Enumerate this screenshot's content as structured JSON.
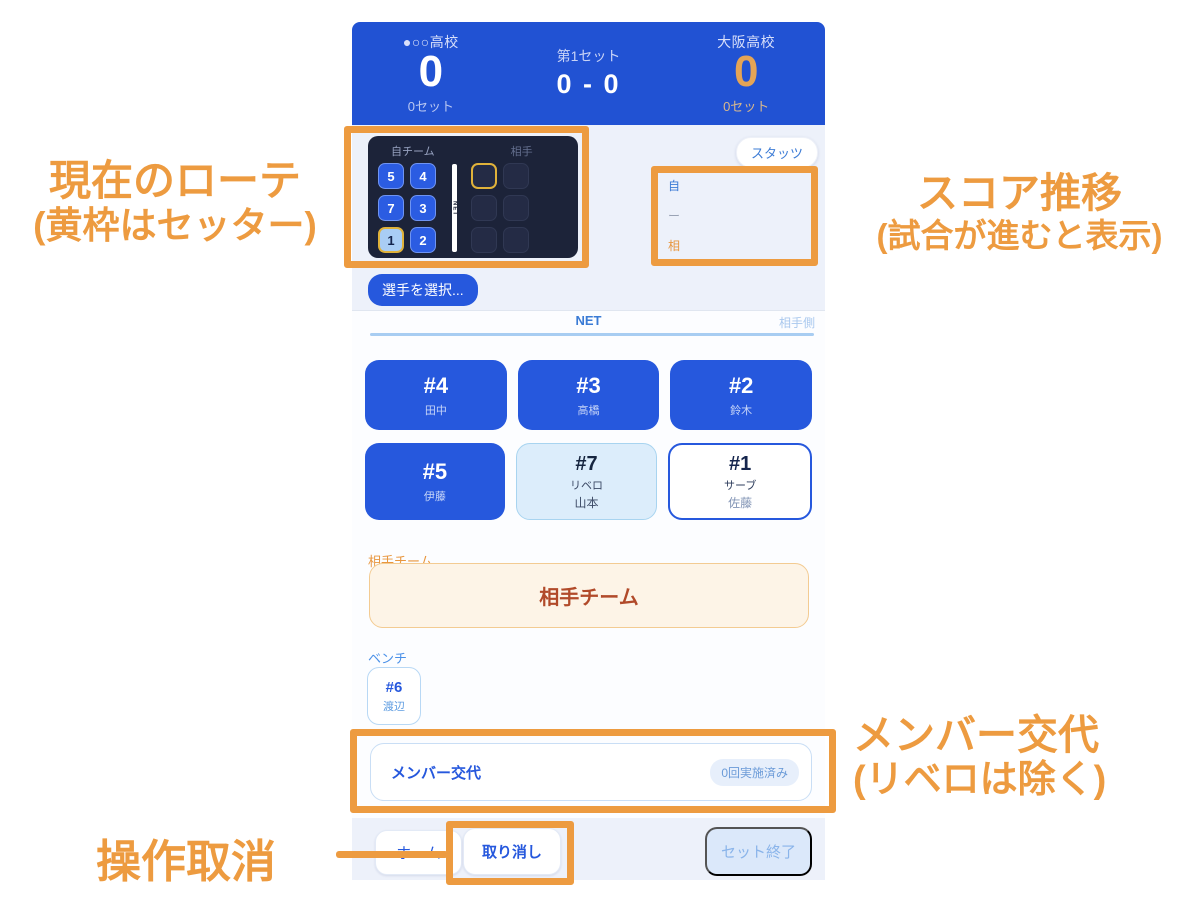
{
  "scoreboard": {
    "home": {
      "name": "●○○高校",
      "score": "0",
      "sets": "0セット"
    },
    "set_label": "第1セット",
    "set_score": "0 - 0",
    "away": {
      "name": "大阪高校",
      "score": "0",
      "sets": "0セット"
    }
  },
  "rotation": {
    "own_label": "自チーム",
    "opponent_label": "相手",
    "net_label": "NET",
    "own_cells": [
      "5",
      "4",
      "7",
      "3",
      "1",
      "2"
    ],
    "setter_number": "1"
  },
  "stats": {
    "button_label": "スタッツ",
    "rows": {
      "own": "自",
      "dash": "ー",
      "opponent": "相"
    }
  },
  "court": {
    "select_player_label": "選手を選択...",
    "net_label": "NET",
    "opponent_side_label": "相手側",
    "players_front": [
      {
        "number": "#4",
        "name": "田中"
      },
      {
        "number": "#3",
        "name": "高橋"
      },
      {
        "number": "#2",
        "name": "鈴木"
      }
    ],
    "players_back": [
      {
        "number": "#5",
        "name": "伊藤"
      },
      {
        "number": "#7",
        "role": "リベロ",
        "name": "山本"
      },
      {
        "number": "#1",
        "role": "サーブ",
        "name": "佐藤"
      }
    ]
  },
  "opponent": {
    "label": "相手チーム",
    "button_label": "相手チーム"
  },
  "bench": {
    "label": "ベンチ",
    "player": {
      "number": "#6",
      "name": "渡辺"
    }
  },
  "substitution": {
    "label": "メンバー交代",
    "count_badge": "0回実施済み"
  },
  "footer": {
    "home": "ホーム",
    "undo": "取り消し",
    "end_set": "セット終了"
  },
  "annotations": {
    "accent_color": "#ED9B40",
    "rotation": {
      "line1": "現在のローテ",
      "line2": "(黄枠はセッター)"
    },
    "score_trend": {
      "line1": "スコア推移",
      "line2": "(試合が進むと表示)"
    },
    "substitution": {
      "line1": "メンバー交代",
      "line2": "(リベロは除く)"
    },
    "undo": "操作取消"
  }
}
